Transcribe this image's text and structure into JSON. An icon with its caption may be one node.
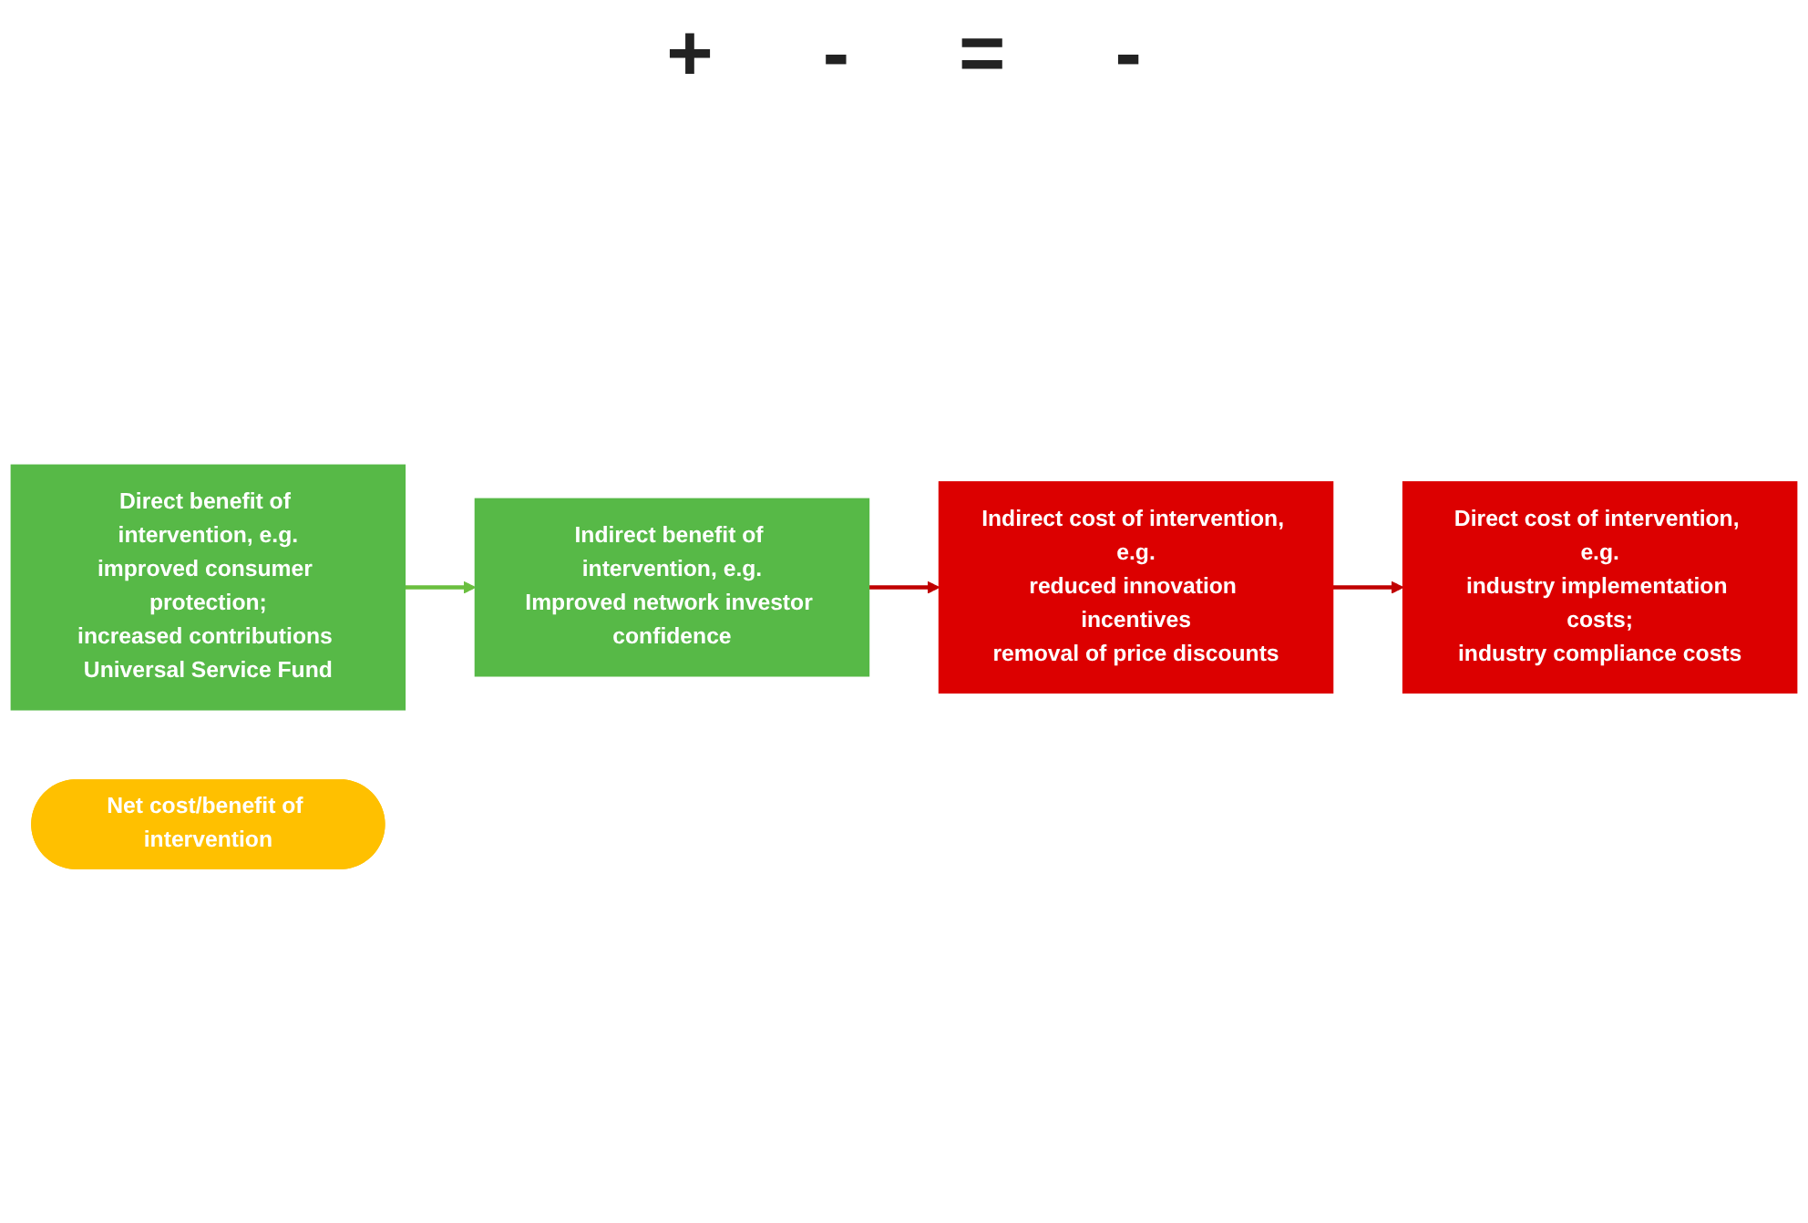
{
  "diagram": {
    "nodes": [
      {
        "text": [
          "Direct benefit of intervention, e.g.",
          "improved consumer protection;",
          "increased contributions Universal Service Fund"
        ]
      },
      {
        "text": [
          "Indirect benefit of intervention, e.g.",
          "Improved network investor confidence"
        ]
      },
      {
        "text": [
          "Net cost/benefit of intervention"
        ]
      },
      {
        "text": [
          "Direct cost of intervention, e.g.",
          "industry implementation costs;",
          "industry compliance costs"
        ]
      },
      {
        "text": [
          "Indirect cost of intervention, e.g.",
          "reduced innovation incentives",
          "removal of price discounts"
        ]
      }
    ],
    "edges": [
      {
        "from": 0,
        "to": 1,
        "arrow": "to",
        "color": "#6abf3f"
      },
      {
        "from": 1,
        "to": 4,
        "arrow": "to"
      },
      {
        "from": 4,
        "to": 3,
        "arrow": "to"
      }
    ],
    "labels": [
      "+",
      "-",
      "=",
      "-"
    ]
  }
}
